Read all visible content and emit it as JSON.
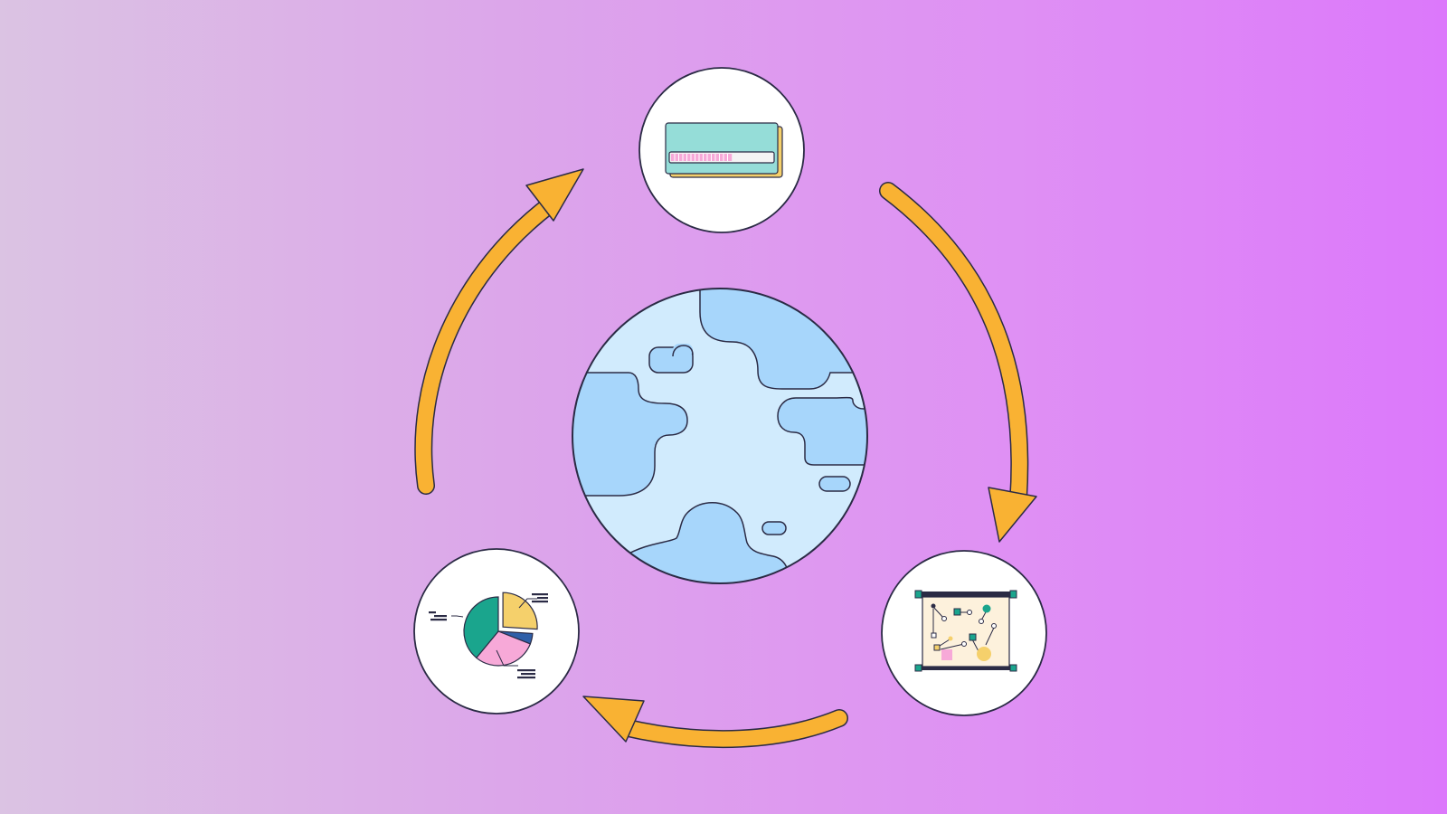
{
  "colors": {
    "background_left": "#dbc3e3",
    "background_right": "#dc78fb",
    "arrow": "#f9b233",
    "outline": "#2b2b45",
    "node_fill": "#ffffff",
    "globe_ocean": "#d1ebfd",
    "globe_land": "#a7d6fb"
  },
  "cycle": {
    "direction": "clockwise",
    "center": {
      "icon": "globe-icon"
    },
    "nodes": [
      {
        "name": "top",
        "icon": "loading-card-icon",
        "progress": 0.6
      },
      {
        "name": "bottom-right",
        "icon": "network-board-icon"
      },
      {
        "name": "bottom-left",
        "icon": "pie-chart-icon",
        "slices": [
          0.26,
          0.05,
          0.3,
          0.39
        ]
      }
    ],
    "arrows": [
      {
        "from": "top",
        "to": "bottom-right"
      },
      {
        "from": "bottom-right",
        "to": "bottom-left"
      },
      {
        "from": "bottom-left",
        "to": "top"
      }
    ]
  }
}
